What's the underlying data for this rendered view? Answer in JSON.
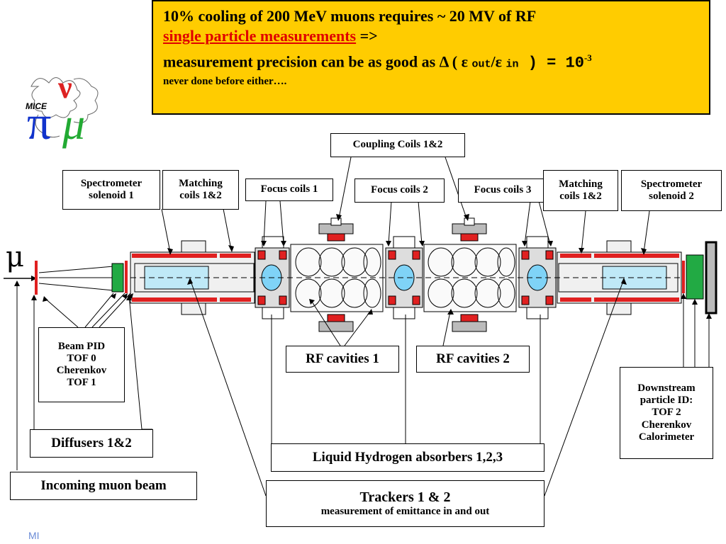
{
  "header": {
    "line1": "10% cooling of 200 MeV muons requires ~ 20 MV of RF",
    "line2_red": " single particle measurements",
    "line2_rest": " =>",
    "line3_text": " measurement precision can be as good as Δ ( ε ",
    "line3_out": "out",
    "line3_mid": "/ε ",
    "line3_in": "in",
    "line3_end": " ) = 10",
    "line3_exp": "-3",
    "line4": "never done before either…."
  },
  "logo": {
    "text": "MICE"
  },
  "symbol": {
    "mu": "μ"
  },
  "labels": {
    "coupling_coils": "Coupling Coils 1&2",
    "spectrometer1": [
      "Spectrometer",
      "solenoid 1"
    ],
    "matching1": [
      "Matching",
      "coils 1&2"
    ],
    "focus1": "Focus coils 1",
    "focus2": "Focus coils 2",
    "focus3": "Focus coils 3",
    "matching2": [
      "Matching",
      "coils 1&2"
    ],
    "spectrometer2": [
      "Spectrometer",
      "solenoid 2"
    ],
    "beam_pid": [
      "Beam PID",
      "TOF 0",
      "Cherenkov",
      "TOF 1"
    ],
    "rf1": "RF cavities 1",
    "rf2": "RF cavities 2",
    "downstream": [
      "Downstream",
      "particle ID:",
      "TOF 2",
      "Cherenkov",
      "Calorimeter"
    ],
    "diffusers": "Diffusers 1&2",
    "lh2": "Liquid Hydrogen absorbers 1,2,3",
    "incoming": "Incoming muon beam",
    "trackers_title": "Trackers 1 & 2",
    "trackers_sub": "measurement of emittance in and out"
  },
  "footer": {
    "text": "MI"
  },
  "colors": {
    "header_bg": "#ffcc00",
    "accent_red": "#e00000",
    "absorber": "#7fd3f7",
    "detector_green": "#22aa44",
    "coil_red": "#e02020"
  }
}
